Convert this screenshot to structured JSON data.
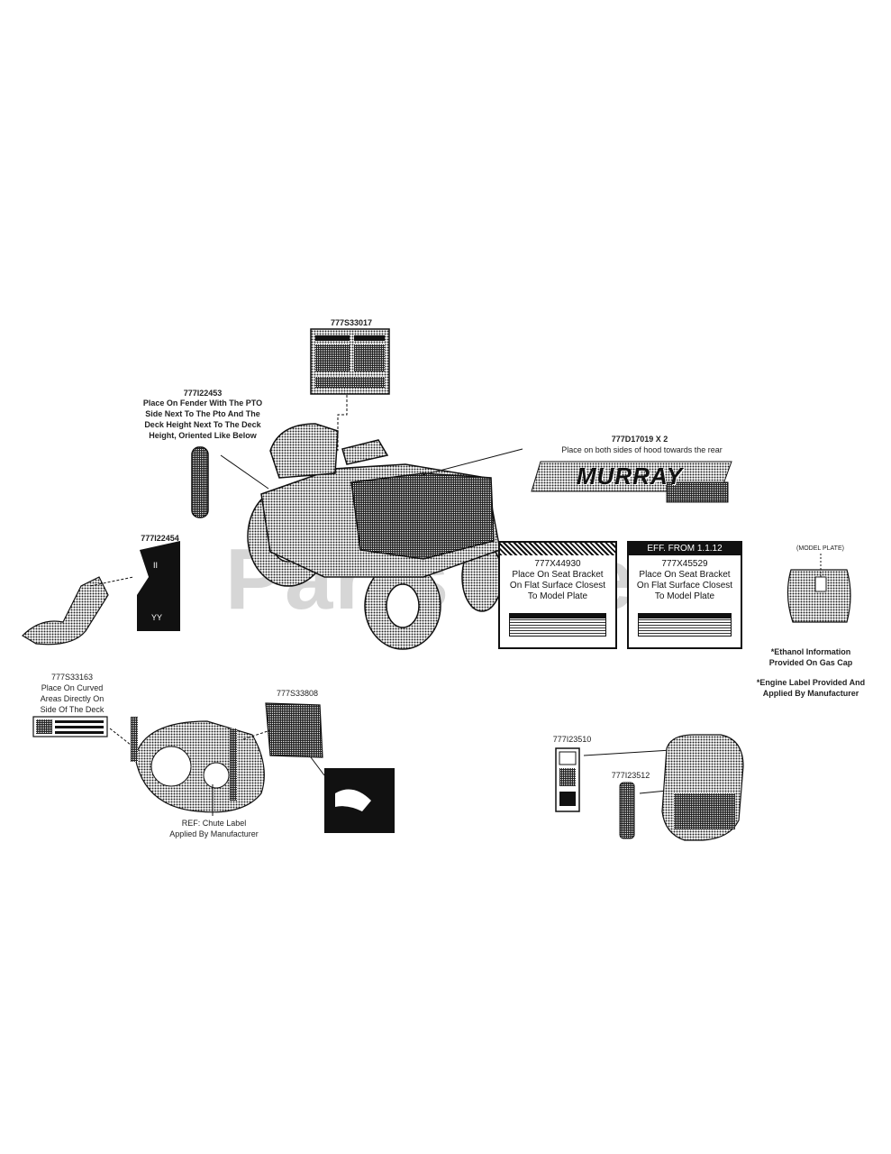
{
  "watermark": "PartsTree",
  "labels": {
    "seat_decal": {
      "part": "777S33017"
    },
    "fender_decal": {
      "part": "777I22453",
      "note_1": "Place On Fender With The PTO",
      "note_2": "Side Next To The Pto And The",
      "note_3": "Deck Height Next To The Deck",
      "note_4": "Height, Oriented Like Below"
    },
    "hood_decal": {
      "part": "777D17019 X 2",
      "note": "Place on both sides of hood towards the rear",
      "brand": "MURRAY"
    },
    "foot_decal": {
      "part": "777I22454"
    },
    "seat_bracket_1": {
      "part": "777X44930",
      "note_1": "Place On Seat Bracket",
      "note_2": "On Flat Surface Closest",
      "note_3": "To Model Plate"
    },
    "seat_bracket_2": {
      "header": "EFF. FROM 1.1.12",
      "part": "777X45529",
      "note_1": "Place On Seat Bracket",
      "note_2": "On Flat Surface Closest",
      "note_3": "To Model Plate"
    },
    "model_plate": {
      "label": "(MODEL PLATE)"
    },
    "ethanol_note": {
      "line_1": "*Ethanol Information",
      "line_2": "Provided On Gas Cap"
    },
    "engine_note": {
      "line_1": "*Engine Label Provided And",
      "line_2": "Applied By Manufacturer"
    },
    "deck_decal": {
      "part": "777S33163",
      "note_1": "Place On Curved",
      "note_2": "Areas Directly On",
      "note_3": "Side Of The Deck"
    },
    "chute_decal": {
      "part": "777S33808"
    },
    "chute_note": {
      "line_1": "REF: Chute Label",
      "line_2": "Applied By Manufacturer"
    },
    "dash_decal_1": {
      "part": "777I23510"
    },
    "dash_decal_2": {
      "part": "777I23512"
    }
  }
}
